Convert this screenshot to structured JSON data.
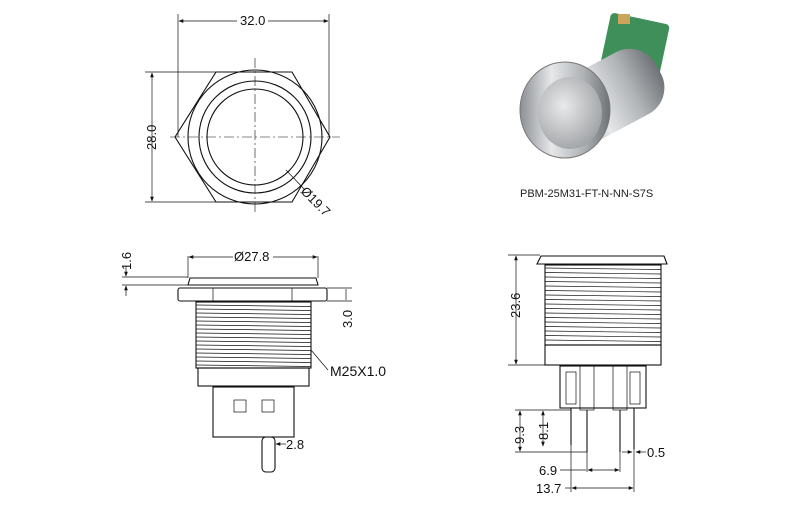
{
  "product": {
    "model": "PBM-25M31-FT-N-NN-S7S"
  },
  "top_view": {
    "width": "32.0",
    "height": "28.0",
    "diameter": "Ø19.7"
  },
  "side_view": {
    "cap_diameter": "Ø27.8",
    "cap_height": "1.6",
    "nut_height": "3.0",
    "thread": "M25X1.0",
    "pin_width": "2.8"
  },
  "rear_view": {
    "total_height": "23.6",
    "pin_length_outer": "9.3",
    "pin_length_inner": "8.1",
    "pin_thickness": "0.5",
    "inner_spacing": "6.9",
    "outer_spacing": "13.7"
  }
}
